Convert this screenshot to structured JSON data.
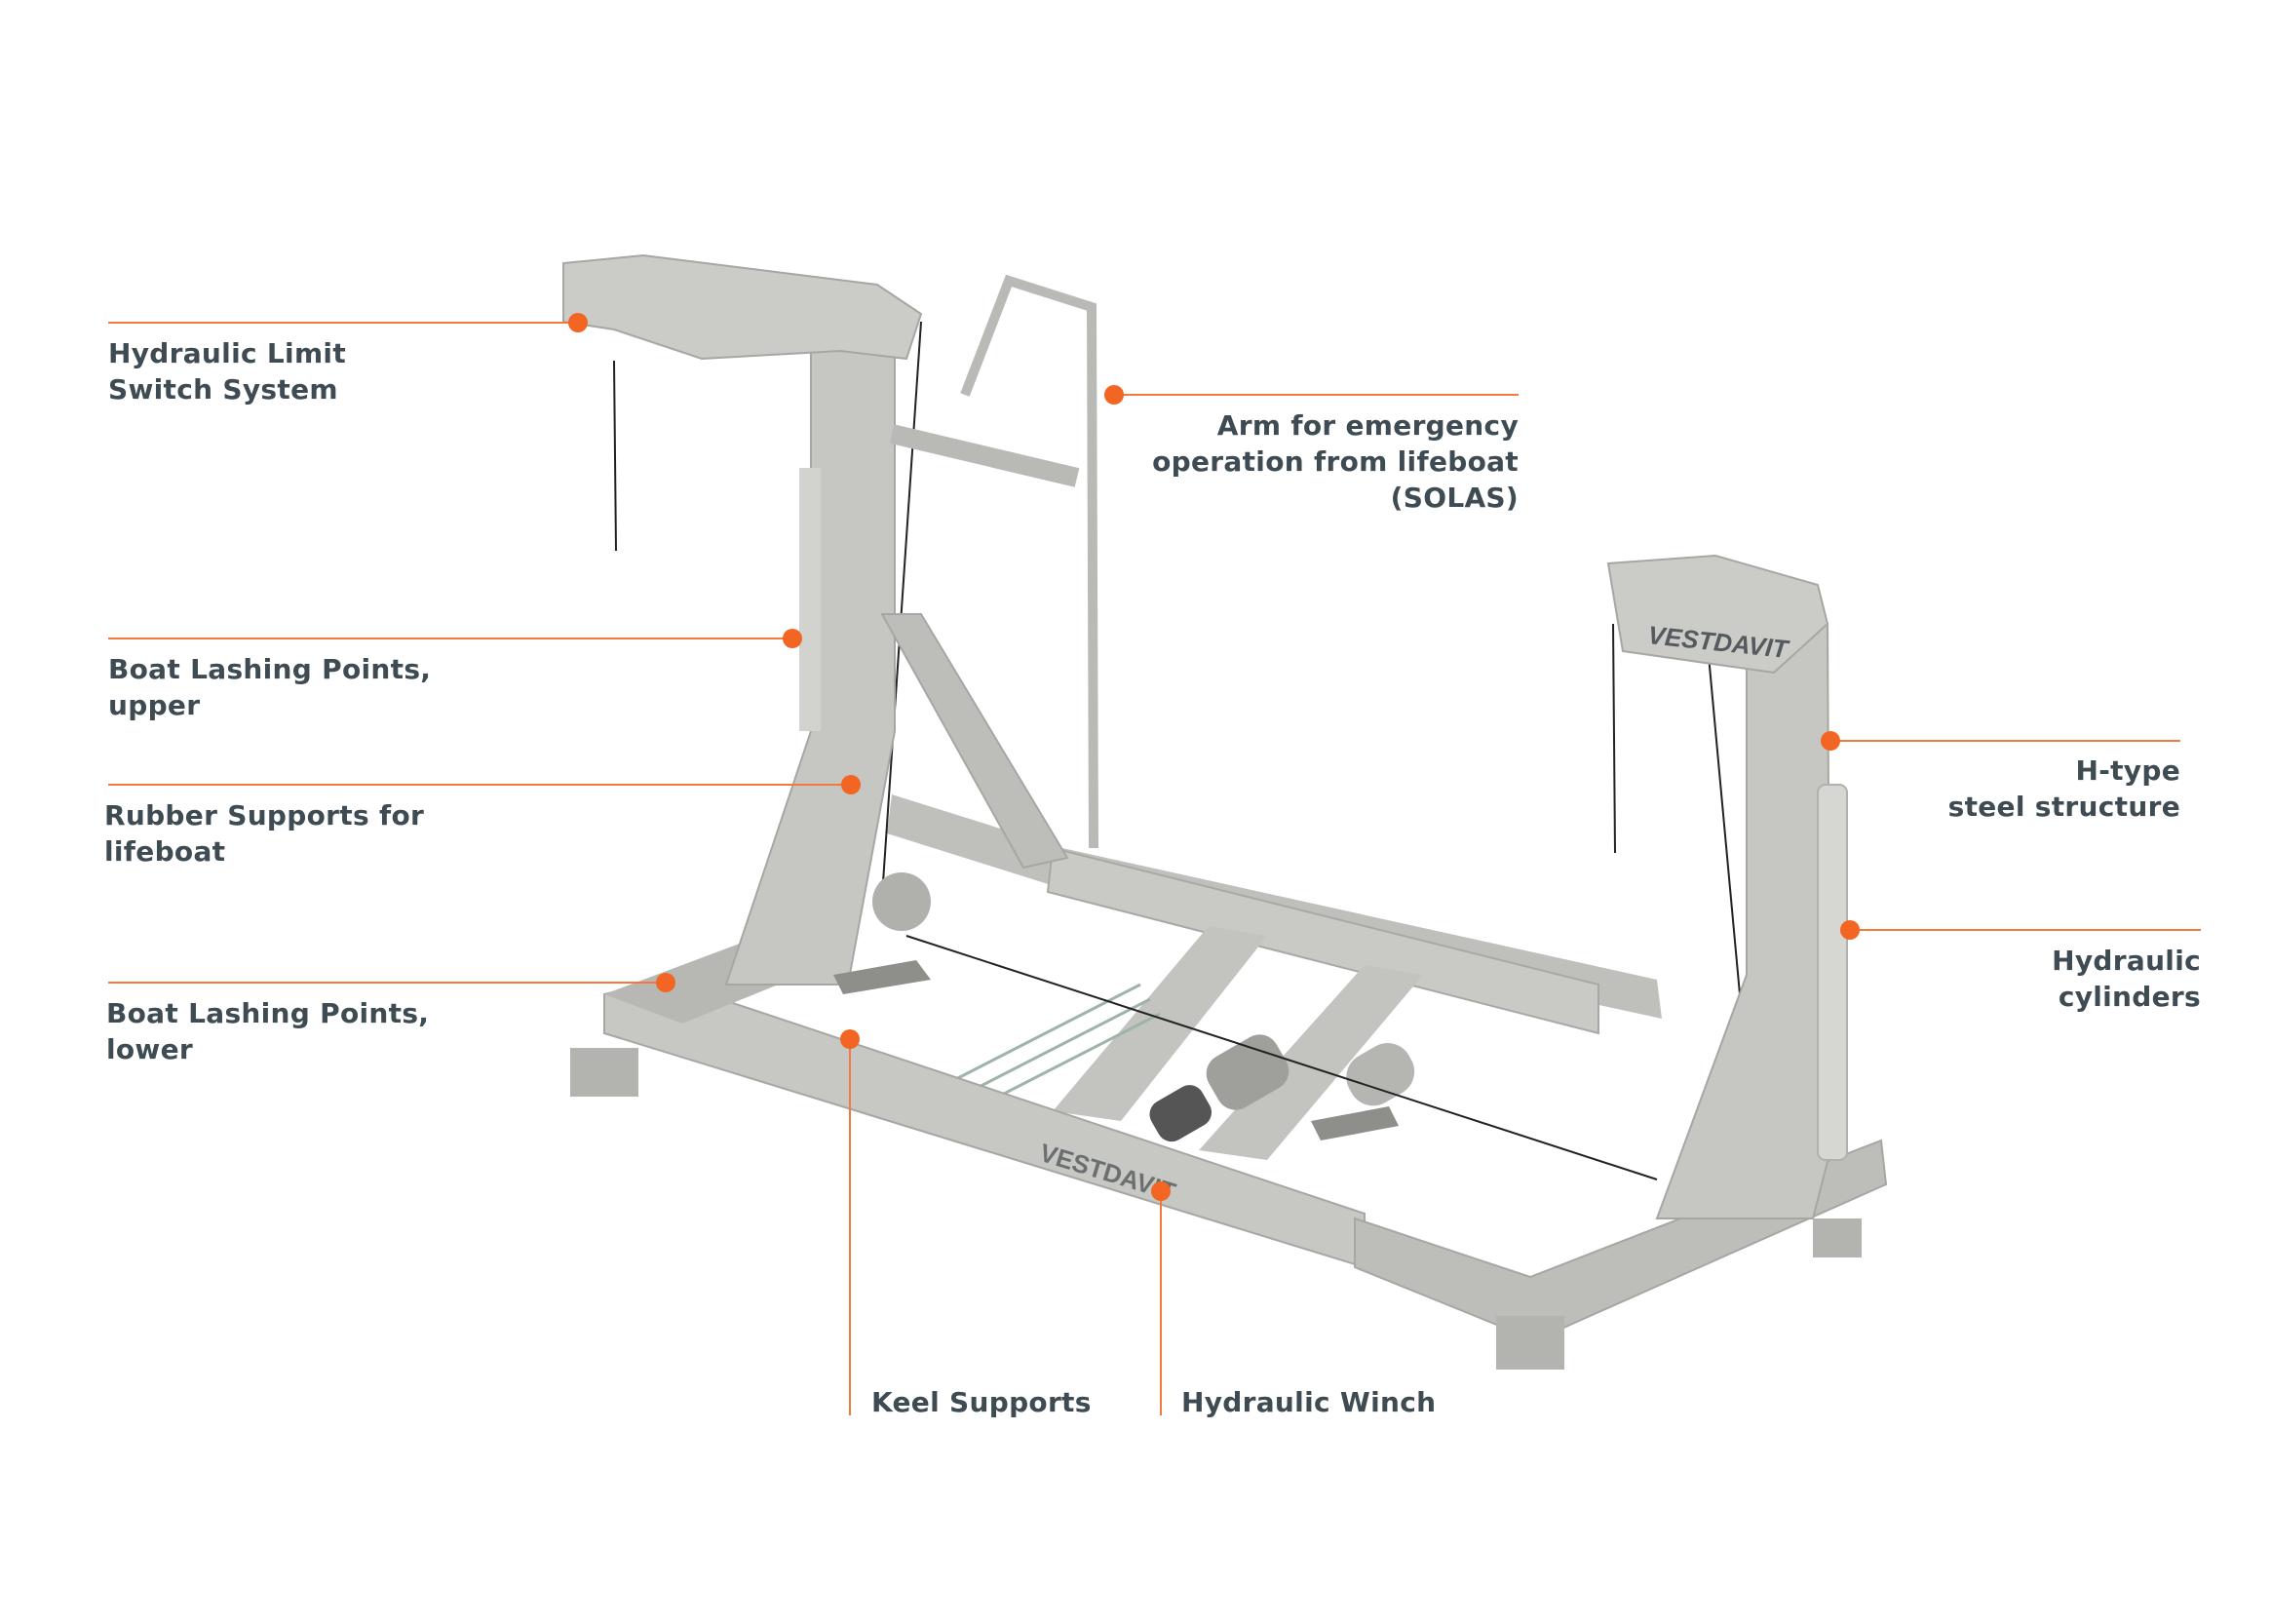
{
  "colors": {
    "accent": "#f26522",
    "text": "#3e4b53",
    "steel": "#c5c6c2"
  },
  "brand_logo": "VESTDAVIT",
  "callouts": [
    {
      "id": "hydraulic-limit-switch",
      "lines": [
        "Hydraulic Limit",
        "Switch System"
      ]
    },
    {
      "id": "emergency-arm",
      "lines": [
        "Arm for emergency",
        "operation from lifeboat",
        "(SOLAS)"
      ]
    },
    {
      "id": "boat-lashing-upper",
      "lines": [
        "Boat Lashing Points,",
        "upper"
      ]
    },
    {
      "id": "rubber-supports",
      "lines": [
        "Rubber Supports for",
        "lifeboat"
      ]
    },
    {
      "id": "boat-lashing-lower",
      "lines": [
        "Boat Lashing Points,",
        "lower"
      ]
    },
    {
      "id": "h-type-structure",
      "lines": [
        "H-type",
        "steel structure"
      ]
    },
    {
      "id": "hydraulic-cylinders",
      "lines": [
        "Hydraulic",
        "cylinders"
      ]
    },
    {
      "id": "keel-supports",
      "lines": [
        "Keel Supports"
      ]
    },
    {
      "id": "hydraulic-winch",
      "lines": [
        "Hydraulic Winch"
      ]
    }
  ]
}
